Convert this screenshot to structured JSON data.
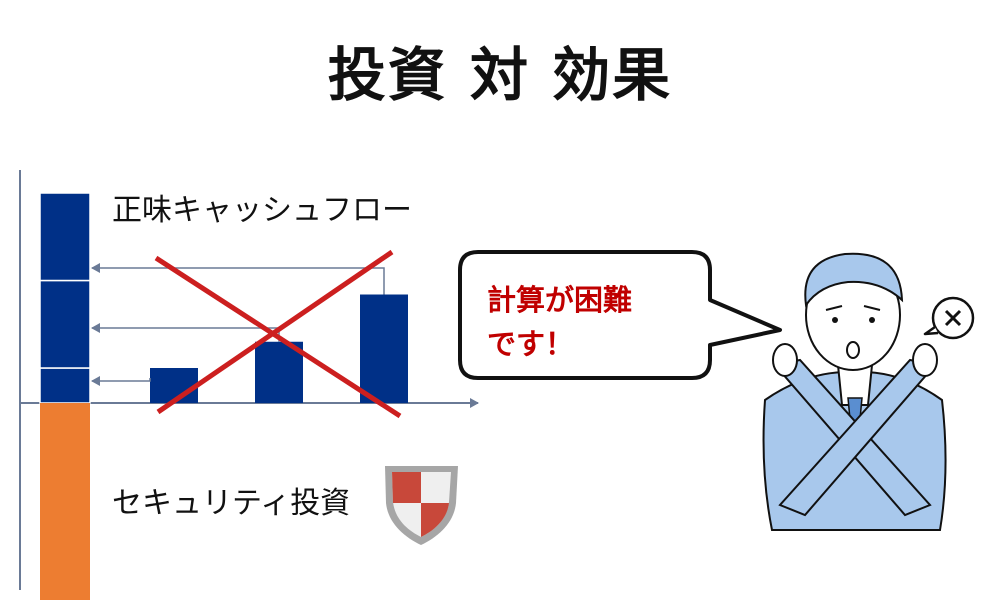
{
  "title": "投資 対 効果",
  "labels": {
    "cash_flow": "正味キャッシュフロー",
    "security_investment": "セキュリティ投資"
  },
  "speech_bubble": {
    "line1": "計算が困難",
    "line2": "です！"
  },
  "chart_data": {
    "type": "bar",
    "values": [
      1.0,
      1.75,
      3.1
    ],
    "stacked_total_segments": [
      1.0,
      2.5,
      2.5
    ],
    "investment_value": -6.4,
    "colors": {
      "cash_flow": "#003087",
      "investment": "#ed7d31",
      "cross": "#cc1f1f"
    }
  },
  "icons": [
    "shield-icon",
    "businessman-cross-arms",
    "cancel-x-icon"
  ]
}
